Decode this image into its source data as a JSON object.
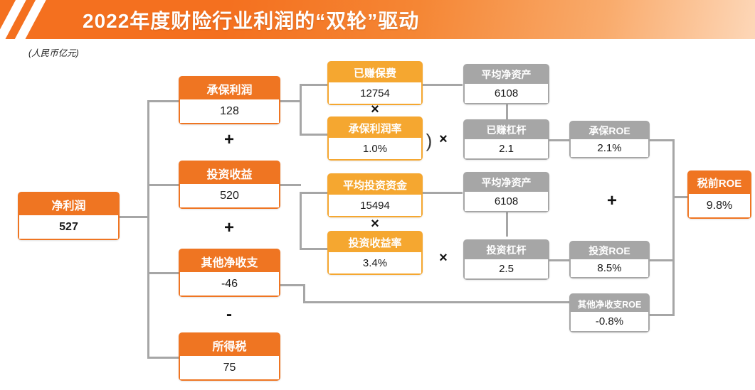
{
  "header": {
    "title": "2022年度财险行业利润的“双轮”驱动",
    "accent_color": "#f4701f"
  },
  "unit_note": "(人民币亿元)",
  "colors": {
    "orange": "#ef7522",
    "light_orange": "#f5a730",
    "gray": "#a6a6a6",
    "line": "#a6a6a6",
    "value_text": "#1a1a1a"
  },
  "nodes": {
    "net_profit": {
      "label": "净利润",
      "value": "527"
    },
    "underwriting_profit": {
      "label": "承保利润",
      "value": "128"
    },
    "investment_income": {
      "label": "投资收益",
      "value": "520"
    },
    "other_net": {
      "label": "其他净收支",
      "value": "-46"
    },
    "income_tax": {
      "label": "所得税",
      "value": "75"
    },
    "earned_premium": {
      "label": "已赚保费",
      "value": "12754"
    },
    "uw_margin": {
      "label": "承保利润率",
      "value": "1.0%"
    },
    "avg_invest_fund": {
      "label": "平均投资资金",
      "value": "15494"
    },
    "invest_yield": {
      "label": "投资收益率",
      "value": "3.4%"
    },
    "avg_equity_top": {
      "label": "平均净资产",
      "value": "6108"
    },
    "earned_leverage": {
      "label": "已赚杠杆",
      "value": "2.1"
    },
    "avg_equity_bottom": {
      "label": "平均净资产",
      "value": "6108"
    },
    "invest_leverage": {
      "label": "投资杠杆",
      "value": "2.5"
    },
    "uw_roe": {
      "label": "承保ROE",
      "value": "2.1%"
    },
    "invest_roe": {
      "label": "投资ROE",
      "value": "8.5%"
    },
    "other_roe": {
      "label": "其他净收支ROE",
      "value": "-0.8%"
    },
    "pretax_roe": {
      "label": "税前ROE",
      "value": "9.8%"
    }
  },
  "operators": {
    "plus_uw_inv": "+",
    "plus_inv_other": "+",
    "minus_tax": "-",
    "times_uw": "×",
    "times_inv": "×",
    "paren_close": ")",
    "times_uw_chain": "×",
    "times_inv_chain": "×",
    "plus_roe": "+"
  }
}
